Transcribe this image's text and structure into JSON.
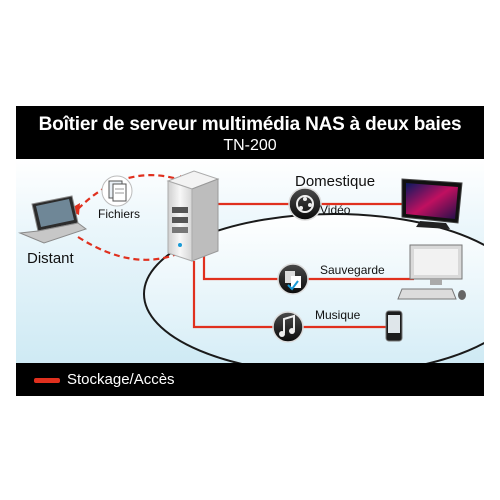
{
  "banner": {
    "title": "Boîtier de serveur multimédia NAS à deux baies",
    "model": "TN-200"
  },
  "diagram": {
    "zones": {
      "home": "Domestique",
      "remote": "Distant"
    },
    "nodes": {
      "files": "Fichiers",
      "video": "Vidéo",
      "backup": "Sauvegarde",
      "music": "Musique"
    },
    "icons": {
      "nas": "nas-server-icon",
      "laptop": "laptop-icon",
      "files": "files-icon",
      "video": "film-reel-icon",
      "backup": "backup-icon",
      "music": "music-note-icon",
      "tv": "tv-icon",
      "desktop": "desktop-computer-icon",
      "phone": "media-player-icon"
    },
    "colors": {
      "link": "#e0301e",
      "title_bg": "#000000",
      "ellipse": "#1a1a1a"
    }
  },
  "legend": {
    "label": "Stockage/Accès"
  }
}
